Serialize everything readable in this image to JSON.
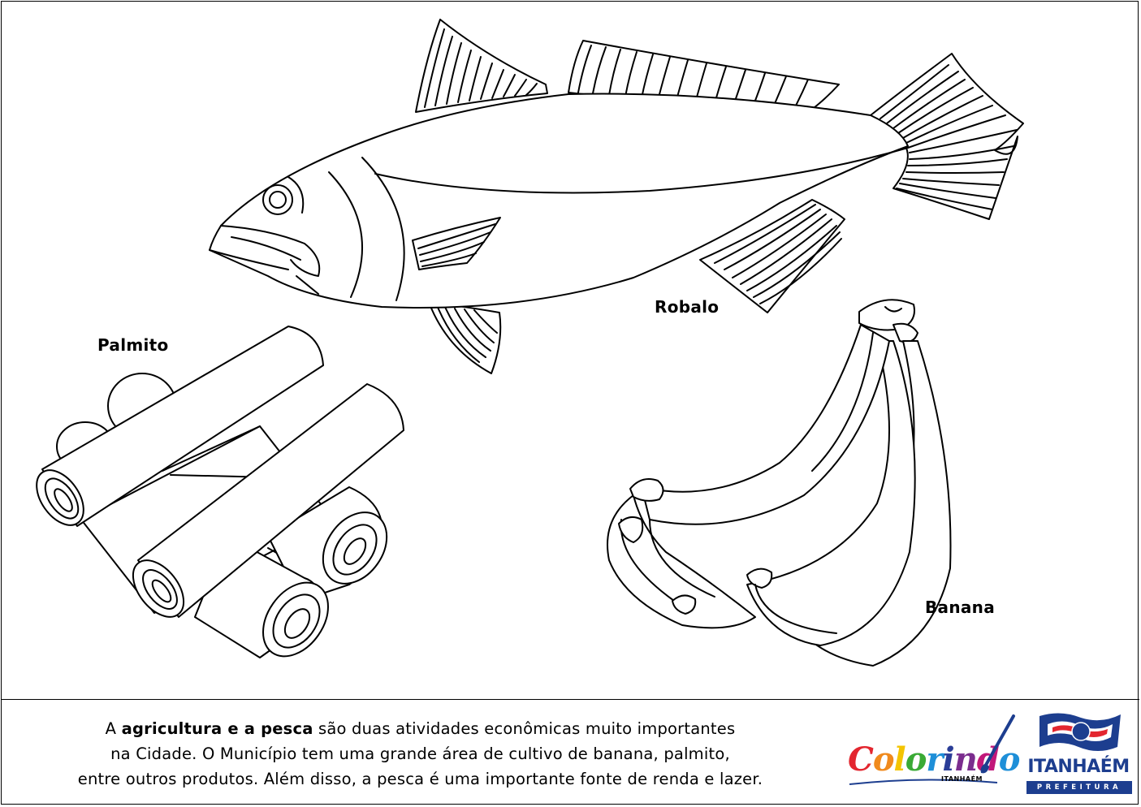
{
  "labels": {
    "robalo": "Robalo",
    "palmito": "Palmito",
    "banana": "Banana"
  },
  "caption": {
    "line1_pre": "A ",
    "line1_bold": "agricultura e a pesca",
    "line1_post": " são duas atividades econômicas muito importantes",
    "line2": "na Cidade. O Município tem uma grande área de cultivo de banana, palmito,",
    "line3": "entre outros produtos. Além disso, a pesca é uma importante fonte de renda e lazer."
  },
  "logo_colorindo": {
    "letters": [
      "C",
      "o",
      "l",
      "o",
      "r",
      "i",
      "n",
      "d",
      "o"
    ],
    "letter_colors": [
      "#e3262f",
      "#f08a1d",
      "#f4c400",
      "#3aaa35",
      "#1e8fd8",
      "#2a3d97",
      "#7b2d8e",
      "#c2187a",
      "#1e8fd8"
    ],
    "sub": "ITANHAÉM"
  },
  "logo_itanhaem": {
    "name": "ITANHAÉM",
    "subtitle": "PREFEITURA",
    "color": "#1d3e8f"
  }
}
